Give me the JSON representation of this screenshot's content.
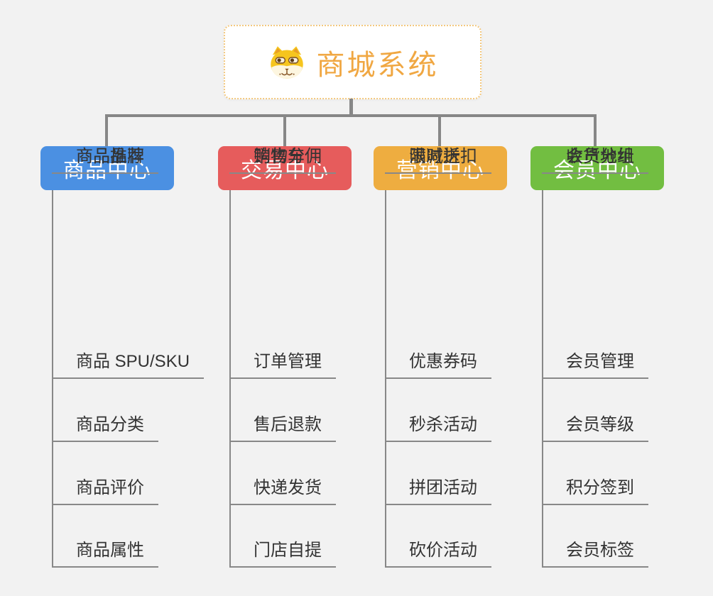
{
  "canvas": {
    "background": "#f2f2f2",
    "connector_color": "#878787"
  },
  "root": {
    "title": "商城系统",
    "title_color": "#f0a742",
    "border_color": "#f3c87e",
    "icon": "dog-face-icon"
  },
  "branches": [
    {
      "label": "商品中心",
      "color": "#4b90e2",
      "items": [
        "商品 SPU/SKU",
        "商品分类",
        "商品评价",
        "商品属性",
        "商品推荐",
        "商品品牌"
      ]
    },
    {
      "label": "交易中心",
      "color": "#e65c5c",
      "items": [
        "订单管理",
        "售后退款",
        "快递发货",
        "门店自提",
        "购物车",
        "销售分佣"
      ]
    },
    {
      "label": "营销中心",
      "color": "#eead40",
      "items": [
        "优惠券码",
        "秒杀活动",
        "拼团活动",
        "砍价活动",
        "限时折扣",
        "满减送"
      ]
    },
    {
      "label": "会员中心",
      "color": "#72be41",
      "items": [
        "会员管理",
        "会员等级",
        "积分签到",
        "会员标签",
        "会员分组",
        "收货地址"
      ]
    }
  ]
}
